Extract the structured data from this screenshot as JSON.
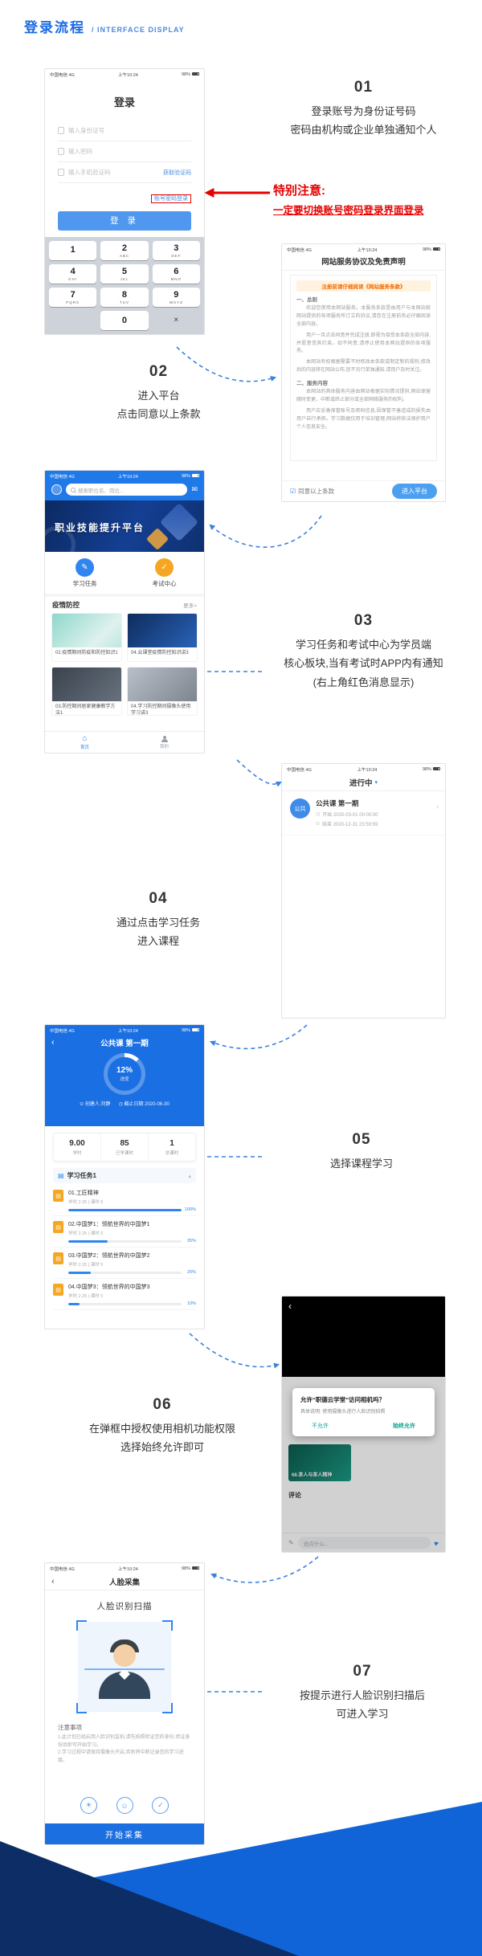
{
  "colors": {
    "primary": "#1a6ae0",
    "red": "#e60000",
    "orange": "#f5a623",
    "teal": "#0aa28f",
    "navy": "#0d2d66",
    "bright_blue": "#1064d8"
  },
  "page": {
    "title": "登录流程",
    "subtitle": "/ INTERFACE DISPLAY"
  },
  "statusbar": {
    "carrier": "中国电信",
    "network": "4G",
    "time": "上午10:24",
    "battery": "98%"
  },
  "steps": [
    {
      "num": "01",
      "line1": "登录账号为身份证号码",
      "line2": "密码由机构或企业单独通知个人"
    },
    {
      "num": "02",
      "line1": "进入平台",
      "line2": "点击同意以上条款"
    },
    {
      "num": "03",
      "line1": "学习任务和考试中心为学员端",
      "line2": "核心板块,当有考试时APP内有通知",
      "line3": "(右上角红色消息显示)"
    },
    {
      "num": "04",
      "line1": "通过点击学习任务",
      "line2": "进入课程"
    },
    {
      "num": "05",
      "line1": "选择课程学习"
    },
    {
      "num": "06",
      "line1": "在弹框中授权使用相机功能权限",
      "line2": "选择始终允许即可"
    },
    {
      "num": "07",
      "line1": "按提示进行人脸识别扫描后",
      "line2": "可进入学习"
    }
  ],
  "note": {
    "title": "特别注意:",
    "text": "一定要切换账号密码登录界面登录"
  },
  "login": {
    "title": "登录",
    "id_placeholder": "输入身份证号",
    "pwd_placeholder": "输入密码",
    "code_placeholder": "输入手机验证码",
    "get_code": "获取验证码",
    "switch_link": "账号密码登录",
    "button": "登 录",
    "keys": [
      {
        "d": "1",
        "l": ""
      },
      {
        "d": "2",
        "l": "ABC"
      },
      {
        "d": "3",
        "l": "DEF"
      },
      {
        "d": "4",
        "l": "GHI"
      },
      {
        "d": "5",
        "l": "JKL"
      },
      {
        "d": "6",
        "l": "MNO"
      },
      {
        "d": "7",
        "l": "PQRS"
      },
      {
        "d": "8",
        "l": "TUV"
      },
      {
        "d": "9",
        "l": "WXYZ"
      },
      {
        "d": "0",
        "l": ""
      },
      {
        "d": "×",
        "l": ""
      }
    ]
  },
  "agreement": {
    "title": "网站服务协议及免责声明",
    "notice": "注册前请仔细阅读《网站服务条款》",
    "section1": "一、总则",
    "p1": "欢迎您使用本网站服务。本服务条款是由用户与本网站就网站提供的各项服务所订立的协议,请您在注册前务必仔细阅读全部内容。",
    "p2": "用户一旦点击同意并完成注册,即视为接受本条款全部内容,并愿意受其约束。如不同意,请停止使用本网站提供的各项服务。",
    "p3": "本网站有权根据需要不时修改本条款或制定新的规则,修改后的内容将在网站公布,恕不另行单独通知,请用户及时关注。",
    "section2": "二、服务内容",
    "p4": "本网站的具体服务内容由网站根据实际情况提供,网站保留随时变更、中断或终止部分或全部网络服务的权利。",
    "p5": "用户应妥善保管账号及密码信息,因保管不善造成的损失由用户自行承担。学习数据仅用于培训管理,网站将依法保护用户个人信息安全。",
    "agree": "同意以上条款",
    "enter": "进入平台"
  },
  "home": {
    "search_placeholder": "搜索职位名、岗位...",
    "banner_title": "职业技能提升平台",
    "action1": "学习任务",
    "action2": "考试中心",
    "section_title": "疫情防控",
    "more": "更多>",
    "courses": [
      {
        "title": "02.疫情期间防疫和防控知识1"
      },
      {
        "title": "04.云课堂疫情防控知识讲3"
      },
      {
        "title": "03.防控期间居家健康教学方法1"
      },
      {
        "title": "04.学习防控期间摄像头使用学习讲3"
      }
    ],
    "tab1": "首页",
    "tab2": "我的"
  },
  "tasks": {
    "header": "进行中",
    "badge": "公共",
    "title": "公共课 第一期",
    "date1": "开始 2020-03-01 00:00:00",
    "date2": "结束 2020-12-31 23:59:59"
  },
  "course": {
    "title": "公共课 第一期",
    "progress": "12%",
    "progress_value": 12,
    "progress_label": "进度",
    "creator": "创建人:刘静",
    "deadline": "截止日期 2020-06-30",
    "stats": [
      {
        "value": "9.00",
        "label": "学时"
      },
      {
        "value": "85",
        "label": "已学课时"
      },
      {
        "value": "1",
        "label": "总课时"
      }
    ],
    "group": "学习任务1",
    "lessons": [
      {
        "title": "01.工匠精神",
        "sub": "学时 2.25 | 课时 5",
        "percent": 100
      },
      {
        "title": "02.中国梦1：领航世界的中国梦1",
        "sub": "学时 2.25 | 课时 5",
        "percent": 35
      },
      {
        "title": "03.中国梦2：领航世界的中国梦2",
        "sub": "学时 2.25 | 课时 5",
        "percent": 20
      },
      {
        "title": "04.中国梦3：领航世界的中国梦3",
        "sub": "学时 2.25 | 课时 5",
        "percent": 10
      }
    ]
  },
  "player": {
    "dialog_title": "允许“职德云学堂”访问相机吗？",
    "dialog_body": "具体说明: 使用摄像头进行人脸识别拍照",
    "deny": "不允许",
    "allow": "始终允许",
    "lesson_title": "68.茶人与茶人精神",
    "comments": "评论",
    "comment_placeholder": "说点什么..."
  },
  "face": {
    "title": "人脸采集",
    "scan_title": "人脸识别扫描",
    "notice_title": "注意事项",
    "note1": "1.此计划已经启用人脸识别监拍,请先拍照验证您的身份,验证身份后即可开始学习。",
    "note2": "2.学习过程中请保持摄像头开启,否则将中断记录您的学习进度。",
    "button": "开始采集"
  }
}
